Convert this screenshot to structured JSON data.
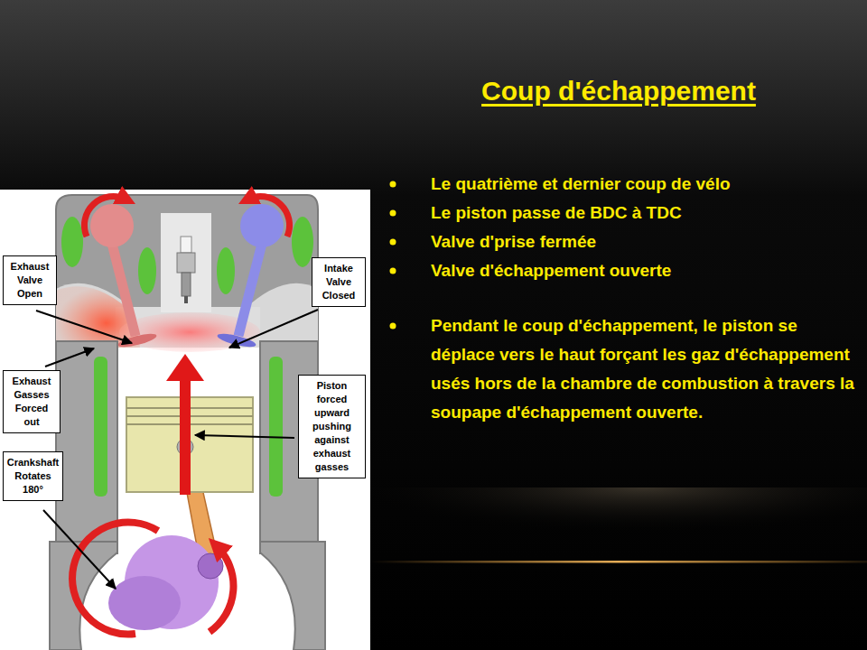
{
  "diagram": {
    "title": "Coup d'échappement",
    "nodes": [
      {
        "text": [
          "Exhaust Valve Open"
        ]
      },
      {
        "text": [
          "Intake Valve Closed"
        ]
      },
      {
        "text": [
          "Exhaust Gasses Forced out"
        ]
      },
      {
        "text": [
          "Piston forced upward pushing against exhaust gasses"
        ]
      },
      {
        "text": [
          "Crankshaft Rotates 180°"
        ]
      }
    ],
    "labels": [
      "Le quatrième et dernier coup de vélo",
      "Le piston passe de BDC à TDC",
      "Valve d'prise fermée",
      "Valve d'échappement ouverte",
      "Pendant le coup d'échappement, le piston se déplace vers le haut forçant les gaz d'échappement usés hors de la chambre de combustion à travers la soupape d'échappement ouverte."
    ]
  }
}
